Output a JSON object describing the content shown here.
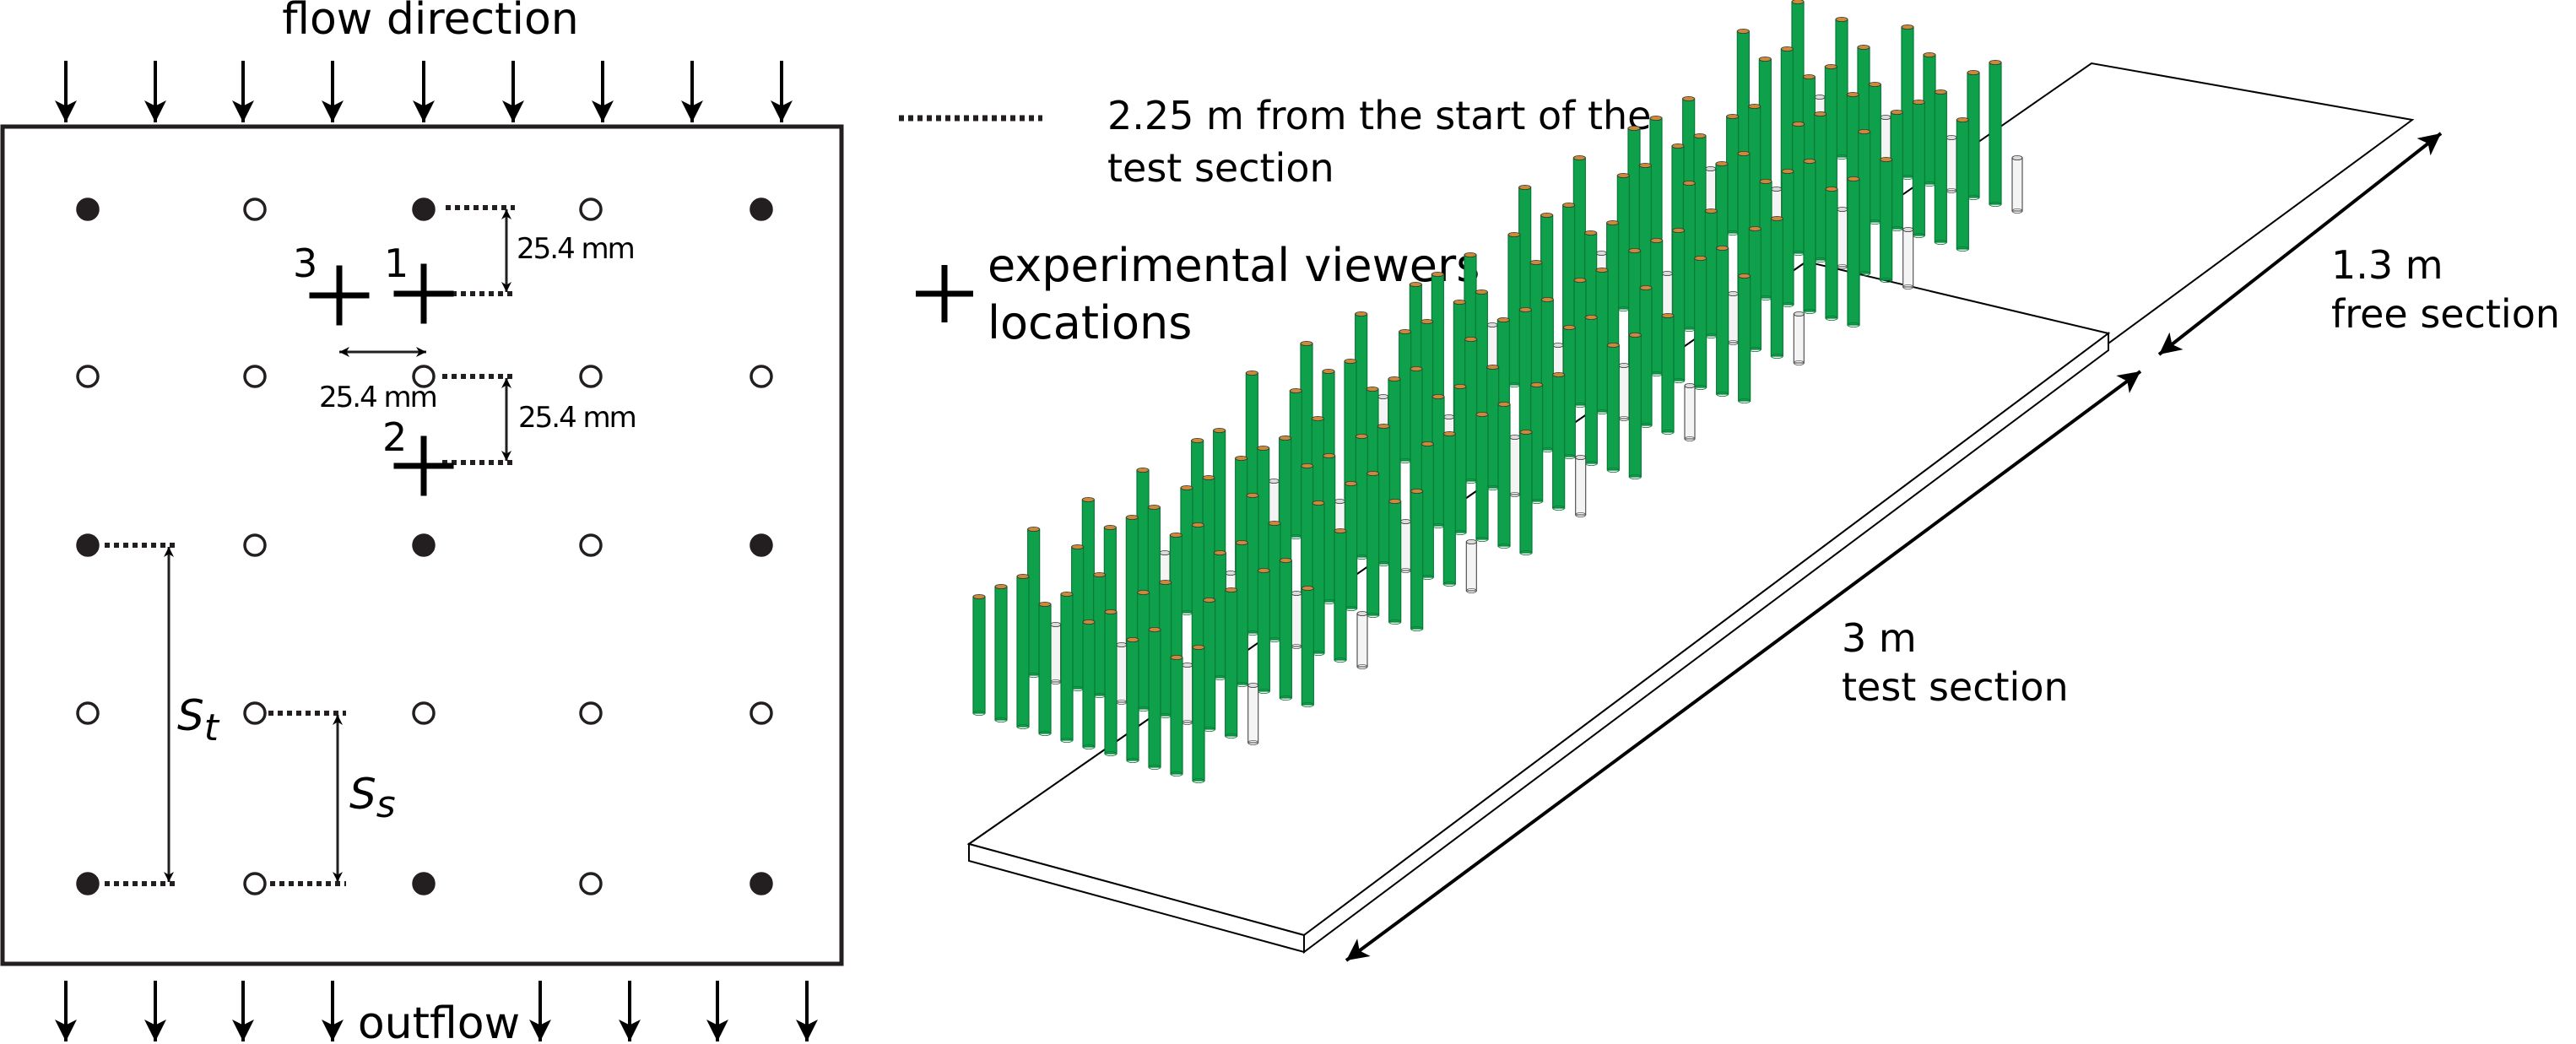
{
  "flow": {
    "inflow_label": "flow direction",
    "outflow_label": "outflow"
  },
  "plan_view": {
    "viewer_labels": [
      "1",
      "2",
      "3"
    ],
    "spacing_labels": [
      "25.4 mm",
      "25.4 mm",
      "25.4 mm"
    ],
    "transverse_pitch_label": {
      "main": "S",
      "sub": "t"
    },
    "streamwise_pitch_label": {
      "main": "S",
      "sub": "s"
    }
  },
  "legend": {
    "dotted_line_text": [
      "2.25 m from the start of the",
      "test section"
    ],
    "viewer_text": [
      "experimental viewers",
      "locations"
    ]
  },
  "perspective_view": {
    "free_section_text": [
      "1.3 m",
      "free section"
    ],
    "test_section_text": [
      "3 m",
      "test section"
    ]
  },
  "colors": {
    "green_cylinder": "#0ea04b",
    "green_cylinder_dark": "#067a35",
    "white_cylinder": "#f4f4f4",
    "cylinder_cap": "#c98a3a",
    "filled_marker": "#231f20",
    "line": "#000000"
  }
}
